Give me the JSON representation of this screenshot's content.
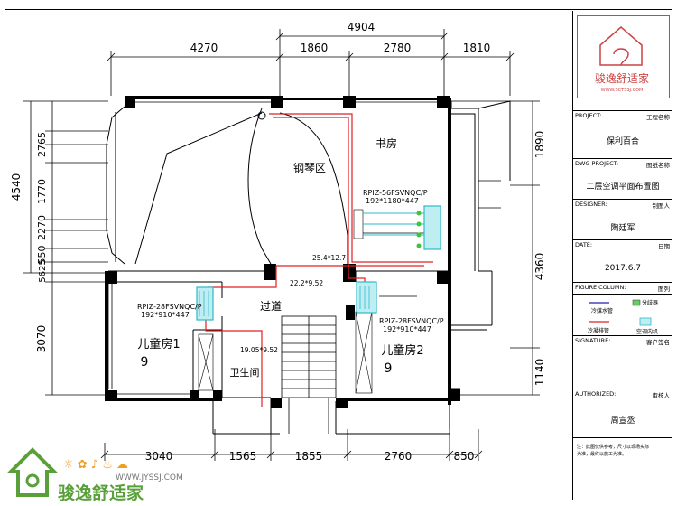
{
  "dimensions": {
    "top_total": "4904",
    "top": [
      "4270",
      "1860",
      "2780",
      "1810"
    ],
    "bottom": [
      "3040",
      "1565",
      "1855",
      "2760",
      "850"
    ],
    "left_total": "4540",
    "left": [
      "2765",
      "1770",
      "2270",
      "550",
      "5625",
      "3070"
    ],
    "right": [
      "1890",
      "4360",
      "1140"
    ]
  },
  "rooms": {
    "piano": "钢琴区",
    "study": "书房",
    "corridor": "过道",
    "kid1": "儿童房1",
    "kid1_num": "9",
    "kid2": "儿童房2",
    "kid2_num": "9",
    "bath": "卫生间"
  },
  "units": {
    "u1_model": "RPIZ-56FSVNQC/P",
    "u1_size": "192*1180*447",
    "u2_model": "RPIZ-28FSVNQC/P",
    "u2_size": "192*910*447",
    "u3_model": "RPIZ-28FSVNQC/P",
    "u3_size": "192*910*447"
  },
  "pipes": {
    "p1": "25.4*12.7",
    "p2": "22.2*9.52",
    "p3": "19.05*9.52"
  },
  "titleblock": {
    "project_en": "PROJECT:",
    "project_cn": "工程名称",
    "project_val": "保利百合",
    "dwg_en": "DWG PROJECT:",
    "dwg_cn": "图纸名称",
    "dwg_val": "二层空调平面布置图",
    "designer_en": "DESIGNER:",
    "designer_cn": "制图人",
    "designer_val": "陶廷军",
    "date_en": "DATE:",
    "date_cn": "日期",
    "date_val": "2017.6.7",
    "figure_en": "FIGURE COLUMN:",
    "figure_cn": "图列",
    "legend_1": "冷媒水管",
    "legend_2": "分歧器",
    "legend_3": "冷凝排管",
    "legend_4": "空调内机",
    "signature_en": "SIGNATURE:",
    "signature_cn": "客户签名",
    "authorized_en": "AUTHORIZED:",
    "authorized_cn": "审核人",
    "authorized_val": "周宣丞",
    "note_1": "注：此图仅供参考，尺寸以现场实际",
    "note_2": "    为准，最终以施工为准。"
  },
  "brand": {
    "name": "骏逸舒适家",
    "url": "WWW.JYSSJ.COM",
    "logo_url": "WWW.SCTSSJ.COM"
  },
  "colors": {
    "line": "#000000",
    "refrigerant": "#e02020",
    "unit": "#30b8c8",
    "accent": "#5aa03a"
  }
}
